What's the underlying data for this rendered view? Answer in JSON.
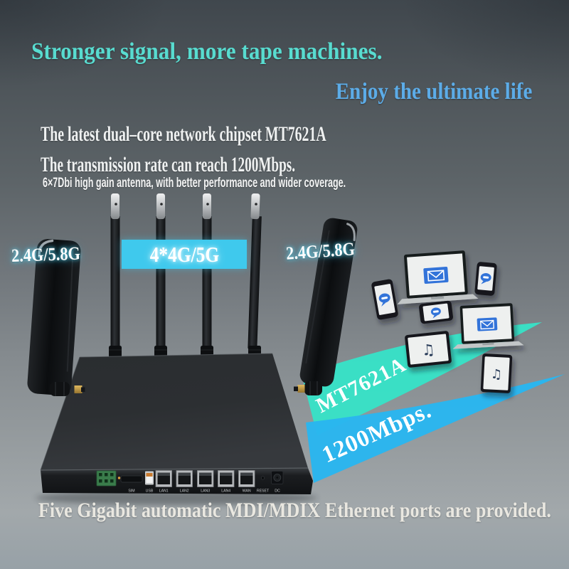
{
  "page": {
    "background_top": "#40474d",
    "background_bottom": "#97a1a7"
  },
  "headline": {
    "text": "Stronger signal, more tape machines.",
    "color": "#58dcd0"
  },
  "subheadline": {
    "text": "Enjoy the ultimate life",
    "color": "#5cace8"
  },
  "features": {
    "line1": "The latest dual–core network chipset MT7621A",
    "line2": "The transmission rate can reach 1200Mbps.",
    "line3": "6×7Dbi high gain antenna, with better performance and wider coverage."
  },
  "antenna_labels": {
    "left": "2.4G/5.8G",
    "center": "4*4G/5G",
    "right": "2.4G/5.8G",
    "banner_color": "#3fc9ed"
  },
  "swooshes": {
    "teal": {
      "label": "MT7621A",
      "color": "#37e2c7"
    },
    "blue": {
      "label": "1200Mbps.",
      "color": "#29b6ef"
    }
  },
  "router": {
    "ports": [
      "SIM",
      "USB",
      "LAN1",
      "LAN2",
      "LAN3",
      "LAN4",
      "WAN",
      "RESET",
      "DC"
    ],
    "antenna_count": 6
  },
  "devices": [
    {
      "type": "phone",
      "icon": "chat-bubble"
    },
    {
      "type": "laptop",
      "icon": "email-envelope"
    },
    {
      "type": "phone",
      "icon": "chat-bubble"
    },
    {
      "type": "phone",
      "icon": "chat-bubble"
    },
    {
      "type": "laptop",
      "icon": "email-envelope"
    },
    {
      "type": "tablet",
      "icon": "music-note"
    },
    {
      "type": "tablet",
      "icon": "music-note"
    }
  ],
  "icons": {
    "music_note_glyph": "♫"
  },
  "footer": {
    "text": "Five Gigabit automatic MDI/MDIX Ethernet ports are provided.",
    "color": "#e9e7e0"
  }
}
